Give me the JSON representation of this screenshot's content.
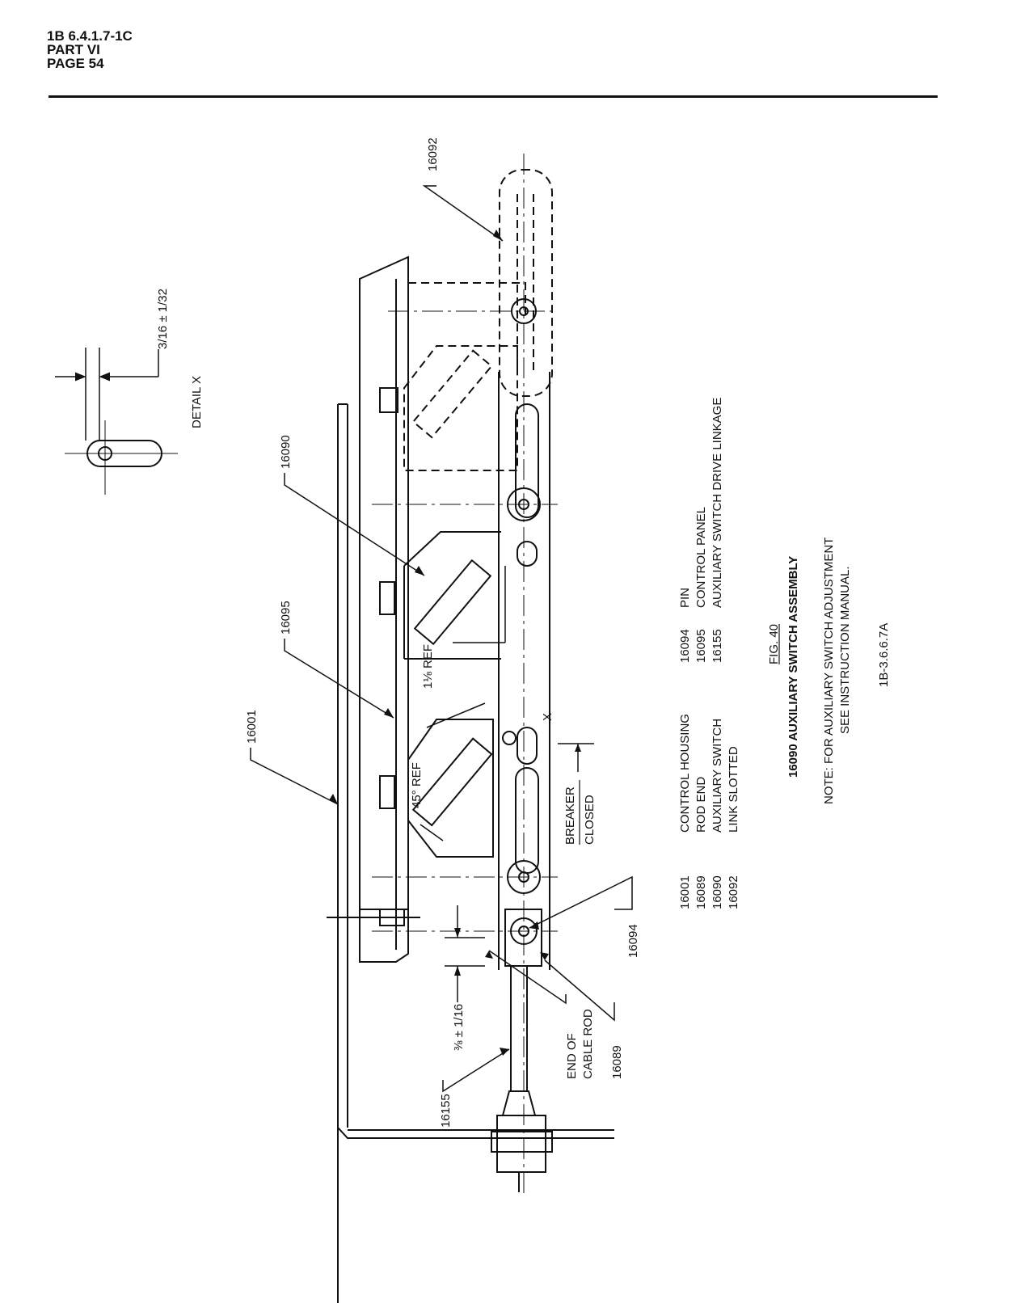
{
  "header": {
    "doc_number": "1B 6.4.1.7-1C",
    "part": "PART VI",
    "page": "PAGE 54"
  },
  "callouts": {
    "c16092": "16092",
    "c16090": "16090",
    "c16095": "16095",
    "c16001": "16001",
    "c16094": "16094",
    "c16089": "16089",
    "c16155": "16155"
  },
  "dimensions": {
    "tolerance_detail": "3/16 ± 1/32",
    "detail_x": "DETAIL X",
    "ref_1_1_8": "1⅛ REF",
    "ref_45": "45° REF",
    "x_mark": "X",
    "rod_dim": "⅜ ± 1/16"
  },
  "annotations": {
    "breaker": "BREAKER",
    "closed": "CLOSED",
    "end_of": "END OF",
    "cable_rod": "CABLE ROD"
  },
  "legend": {
    "col1": [
      {
        "num": "16001",
        "desc": "CONTROL HOUSING"
      },
      {
        "num": "16089",
        "desc": "ROD END"
      },
      {
        "num": "16090",
        "desc": "AUXILIARY SWITCH"
      },
      {
        "num": "16092",
        "desc": "LINK SLOTTED"
      }
    ],
    "col2": [
      {
        "num": "16094",
        "desc": "PIN"
      },
      {
        "num": "16095",
        "desc": "CONTROL PANEL"
      },
      {
        "num": "16155",
        "desc": "AUXILIARY SWITCH DRIVE LINKAGE"
      }
    ]
  },
  "figure": {
    "fig_label": "FIG. 40",
    "fig_title": "16090 AUXILIARY SWITCH ASSEMBLY",
    "note_line1": "NOTE: FOR AUXILIARY SWITCH ADJUSTMENT",
    "note_line2": "SEE INSTRUCTION MANUAL.",
    "drawing_number": "1B-3.6.6.7A"
  }
}
